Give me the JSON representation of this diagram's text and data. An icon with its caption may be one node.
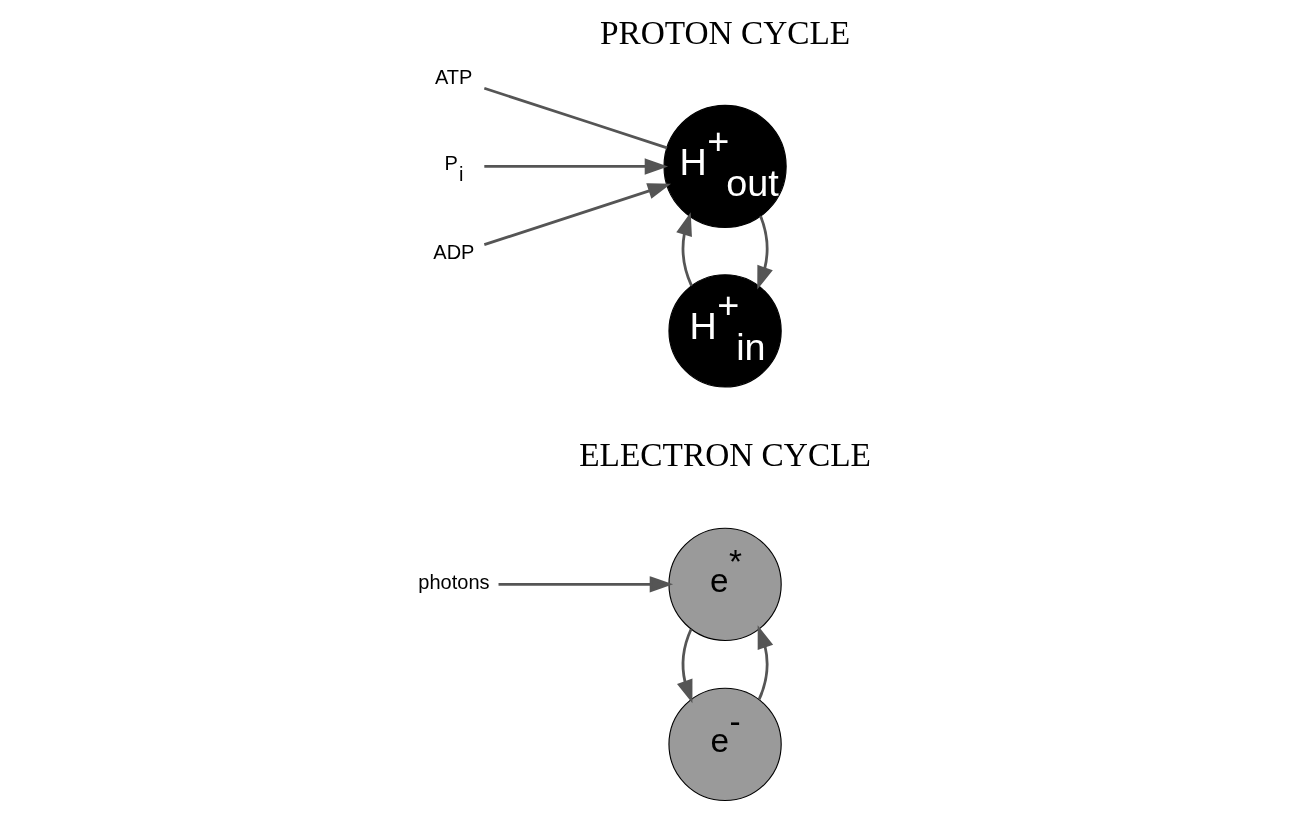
{
  "diagram": {
    "nodes": [
      {
        "text": [
          "photons"
        ]
      },
      {
        "text": [
          "e$^{*}$"
        ]
      },
      {
        "text": [
          "e$^{-}$"
        ]
      },
      {
        "text": [
          "H$^{+}$$_{out}$"
        ]
      },
      {
        "text": [
          "H$^{+}$$_{in}$"
        ]
      },
      {
        "text": [
          "ATP"
        ]
      },
      {
        "text": [
          "P$_{i}$"
        ]
      },
      {
        "text": [
          "ADP"
        ]
      }
    ],
    "edges": [
      {
        "from": 0,
        "to": 1,
        "arrow": "to"
      },
      {
        "from": 2,
        "to": 1,
        "arrow": "to"
      },
      {
        "from": 1,
        "to": 2,
        "arrow": "to"
      },
      {
        "from": 3,
        "to": 4,
        "arrow": "to"
      },
      {
        "from": 4,
        "to": 3,
        "arrow": "to"
      },
      {
        "from": 6,
        "to": 3,
        "arrow": "to"
      },
      {
        "from": 7,
        "to": 3,
        "arrow": "to"
      },
      {
        "from": 5,
        "to": 3,
        "arrow": "none"
      }
    ],
    "labels": [
      "ELECTRON CYCLE",
      "PROTON CYCLE"
    ]
  }
}
